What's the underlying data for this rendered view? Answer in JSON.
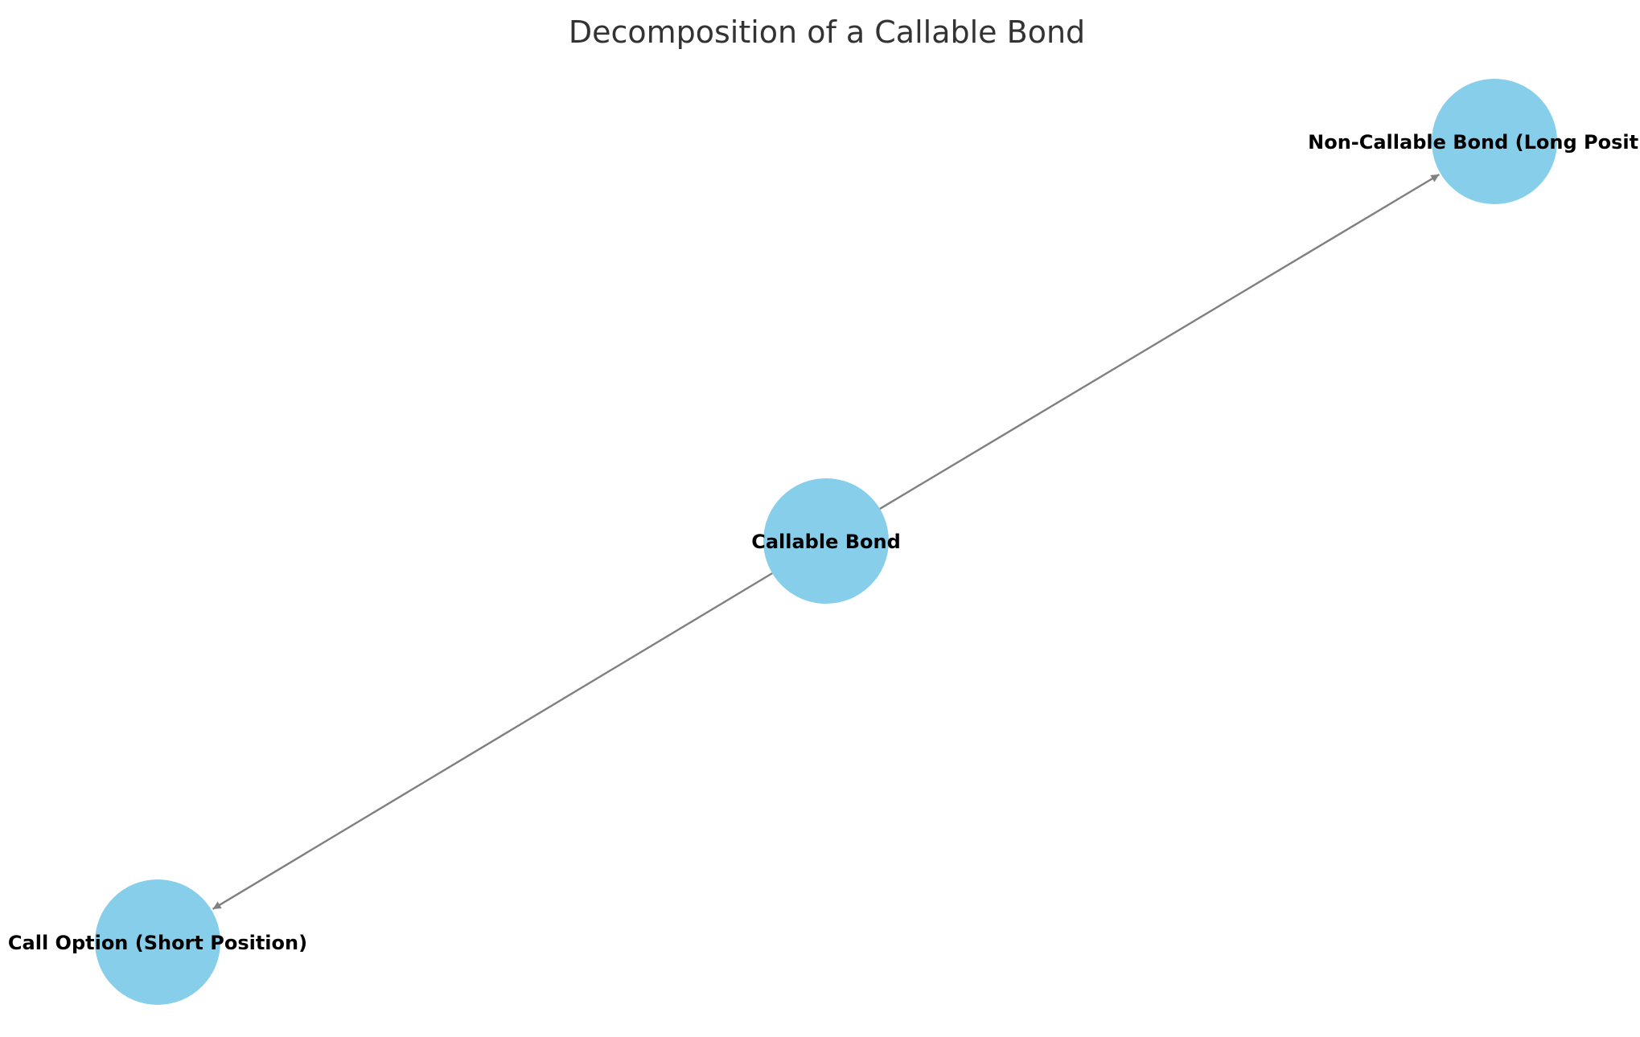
{
  "title": "Decomposition of a Callable Bond",
  "colors": {
    "node_fill": "#87CEEB",
    "edge": "#808080",
    "label": "#000000",
    "title": "#333333",
    "background": "#ffffff"
  },
  "nodes": [
    {
      "id": "callable",
      "label": "Callable Bond"
    },
    {
      "id": "noncallable",
      "label": "Non-Callable Bond (Long Position)"
    },
    {
      "id": "calloption",
      "label": "Call Option (Short Position)"
    }
  ],
  "edges": [
    {
      "from": "callable",
      "to": "noncallable"
    },
    {
      "from": "callable",
      "to": "calloption"
    }
  ]
}
